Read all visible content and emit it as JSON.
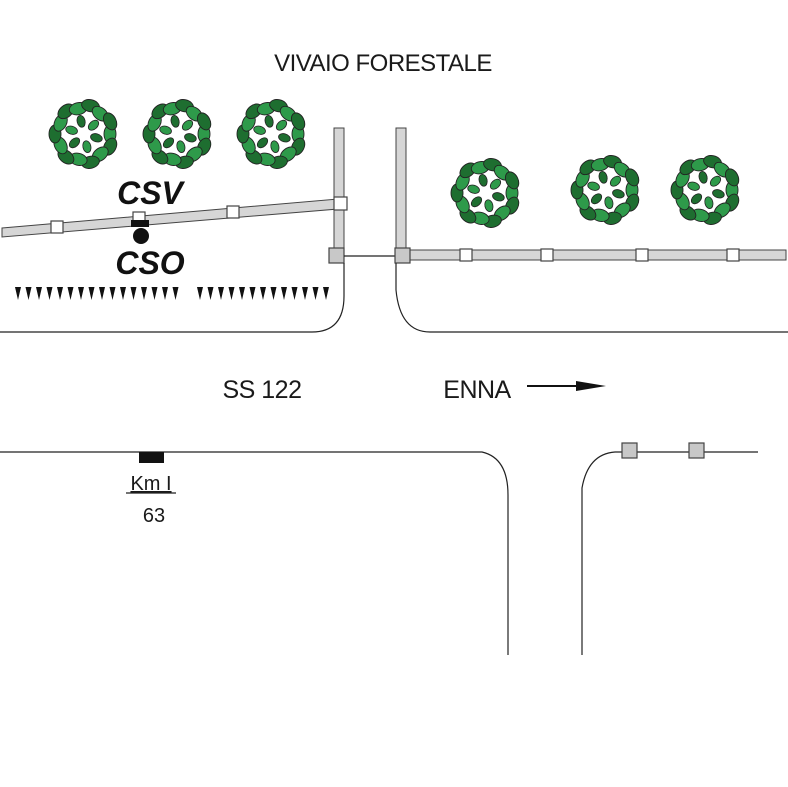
{
  "map": {
    "title": "VIVAIO FORESTALE",
    "road_label": "SS 122",
    "direction_label": "ENNA",
    "km_label": "Km I",
    "km_value": "63",
    "station_top": "CSV",
    "station_bottom": "CSO"
  },
  "colors": {
    "tree_dark": "#1e6e30",
    "tree_light": "#2e9a4a",
    "fence_fill": "#d6d6d6",
    "marker": "#111111"
  },
  "icons": {
    "tree": "tree-icon",
    "arrow": "arrow-right-icon",
    "marker": "km-marker-icon",
    "dot": "station-dot-icon"
  }
}
